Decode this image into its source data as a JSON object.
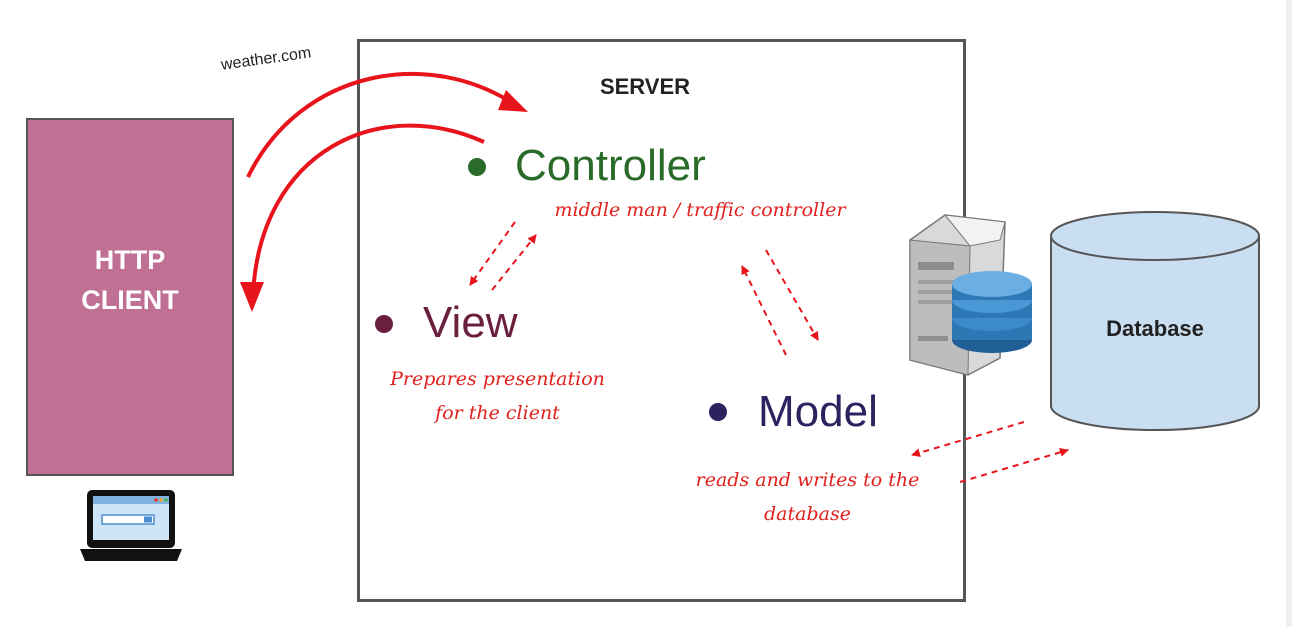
{
  "client": {
    "label_line1": "HTTP",
    "label_line2": "CLIENT",
    "fill_color": "#c07094",
    "icon": "laptop-browser-icon"
  },
  "request": {
    "url_label": "weather.com",
    "arrow_color": "#e8141c"
  },
  "server": {
    "title": "SERVER"
  },
  "components": {
    "controller": {
      "label": "Controller",
      "color": "#2a6b2a",
      "note": "middle man / traffic controller"
    },
    "view": {
      "label": "View",
      "color": "#6b1f3f",
      "note_line1": "Prepares presentation",
      "note_line2": "for the client"
    },
    "model": {
      "label": "Model",
      "color": "#2b2360",
      "note_line1": "reads and writes to the",
      "note_line2": "database"
    }
  },
  "database": {
    "label": "Database",
    "fill_color": "#c9def0",
    "server_icon": "database-server-icon"
  }
}
